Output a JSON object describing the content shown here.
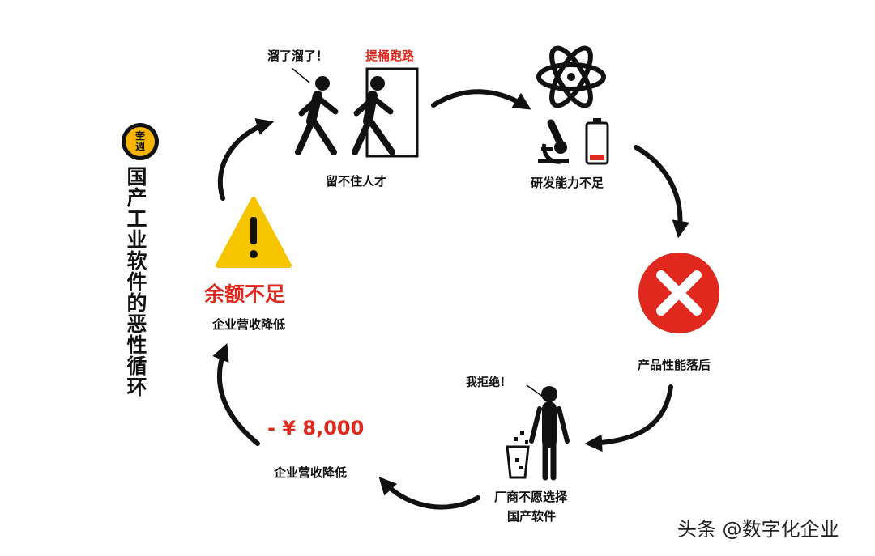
{
  "title": "国产工业软件的恶性循环",
  "badge": {
    "line1": "奎",
    "line2": "週"
  },
  "nodes": {
    "talent": {
      "speech": "溜了溜了！",
      "tag": "提桶跑路",
      "label": "留不住人才"
    },
    "rd": {
      "label": "研发能力不足"
    },
    "product": {
      "label": "产品性能落后"
    },
    "refuse": {
      "speech": "我拒绝！",
      "label_line1": "厂商不愿选择",
      "label_line2": "国产软件"
    },
    "revenue": {
      "amount": "- ¥ 8,000",
      "label": "企业营收降低"
    },
    "balance": {
      "headline": "余额不足",
      "label": "企业营收降低"
    }
  },
  "watermark": "头条 @数字化企业",
  "colors": {
    "accent_red": "#e0281e",
    "warning_yellow": "#f7c400",
    "ink": "#111111"
  },
  "icons": [
    "walking-man-icon",
    "door-icon",
    "atom-icon",
    "microscope-icon",
    "battery-low-icon",
    "error-x-icon",
    "trash-bin-icon",
    "standing-man-icon",
    "warning-triangle-icon"
  ]
}
